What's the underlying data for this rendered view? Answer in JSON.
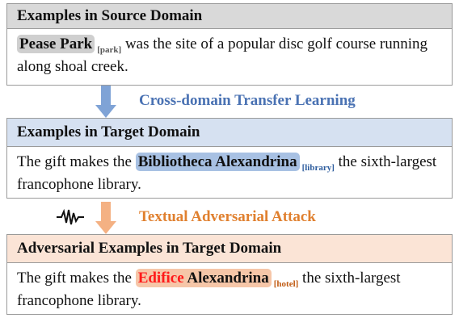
{
  "source": {
    "header": "Examples in Source Domain",
    "entity": "Pease Park",
    "tag": "[park]",
    "text_after": " was the site of a popular disc golf course running along shoal creek."
  },
  "transfer": {
    "label": "Cross-domain Transfer Learning"
  },
  "target": {
    "header": "Examples in Target Domain",
    "text_before": "The gift makes the ",
    "entity": "Bibliotheca Alexandrina",
    "tag": "[library]",
    "text_after": " the sixth-largest francophone library."
  },
  "attack": {
    "label": "Textual Adversarial Attack"
  },
  "adversarial": {
    "header": "Adversarial Examples in Target Domain",
    "text_before": "The gift makes the ",
    "entity_changed": "Edifice",
    "entity_rest": " Alexandrina",
    "tag": "[hotel]",
    "text_after": " the sixth-largest francophone library."
  },
  "colors": {
    "source_header": "#d9d9d9",
    "target_header": "#d6e1f1",
    "adversarial_header": "#fbe4d6",
    "blue_arrow": "#7fa3d6",
    "orange_arrow": "#f4b183",
    "adversarial_word": "#ff1a1a"
  },
  "icons": {
    "transfer_arrow": "down-arrow-icon",
    "attack_arrow": "down-arrow-icon",
    "attack_signal": "waveform-icon"
  }
}
